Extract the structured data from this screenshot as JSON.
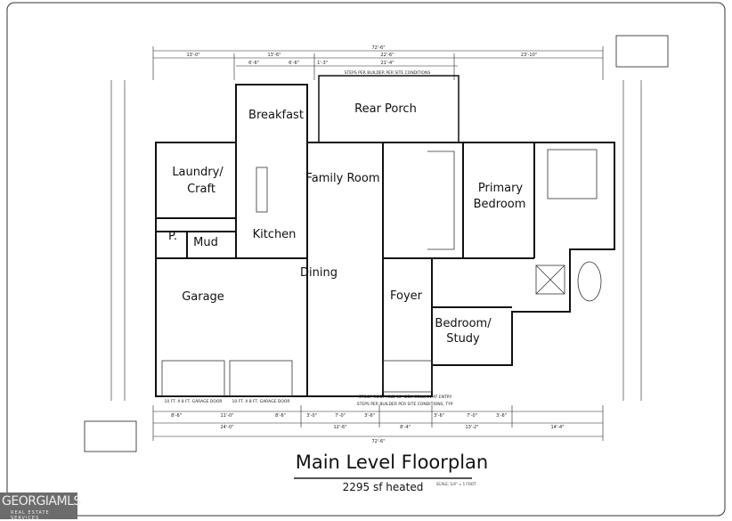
{
  "plan": {
    "title": "Main Level Floorplan",
    "subtitle": "2295 sf heated",
    "scale": "SCALE: 1/4\" = 1 FOOT",
    "rooms": {
      "breakfast": "Breakfast",
      "rear_porch": "Rear Porch",
      "laundry": "Laundry/",
      "craft": "Craft",
      "family_room": "Family Room",
      "primary": "Primary",
      "bedroom": "Bedroom",
      "pantry": "P.",
      "mud": "Mud",
      "kitchen": "Kitchen",
      "garage": "Garage",
      "dining": "Dining",
      "foyer": "Foyer",
      "bedroom_study_1": "Bedroom/",
      "bedroom_study_2": "Study"
    },
    "dimensions_top": [
      "72'-6\"",
      "13'-0\"",
      "13'-6\"",
      "22'-6\"",
      "23'-10\"",
      "6'-6\"",
      "6'-6\"",
      "1'-3\"",
      "21'-4\""
    ],
    "dimensions_bottom": [
      "8'-6\"",
      "11'-0\"",
      "8'-6\"",
      "3'-0\"",
      "7'-0\"",
      "3'-6\"",
      "3'-6\"",
      "7'-0\"",
      "3'-6\"",
      "24'-0\"",
      "12'-6\"",
      "8'-4\"",
      "13'-2\"",
      "14'-4\"",
      "72'-6\""
    ],
    "notes": {
      "steps_rear": "STEPS PER BUILDER PER SITE CONDITIONS",
      "garage_door_1": "10 FT. X 8 FT. GARAGE DOOR",
      "garage_door_2": "10 FT. X 8 FT. GARAGE DOOR",
      "stoop": "STOOP ROOF AND 10\" BOX COLUMN AT ENTRY",
      "steps_front": "STEPS PER BUILDER PER SITE CONDITIONS, TYP."
    }
  },
  "logo": {
    "name": "GEORGIAMLS",
    "tagline": "REAL ESTATE SERVICES"
  }
}
